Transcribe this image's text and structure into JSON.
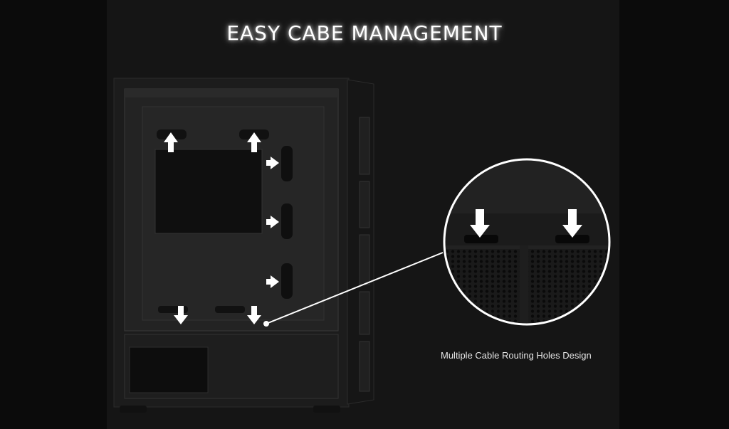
{
  "title": "EASY CABE MANAGEMENT",
  "caption": "Multiple Cable Routing Holes Design",
  "icons": {
    "arrow": "arrow-icon",
    "callout": "magnifier-callout"
  },
  "colors": {
    "background": "#0b0b0b",
    "panel": "#151515",
    "case": "#1a1a1a",
    "accent_white": "#ffffff"
  }
}
